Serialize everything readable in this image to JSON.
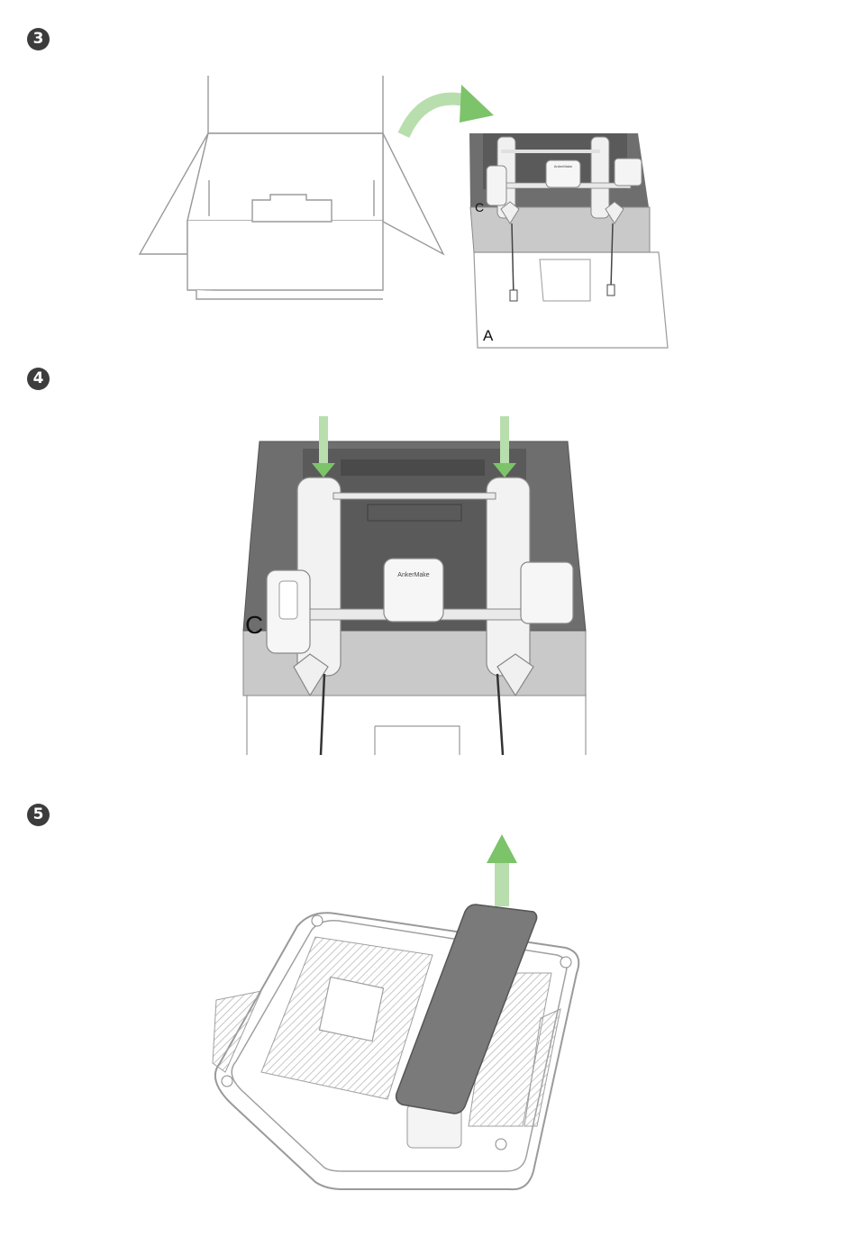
{
  "steps": [
    {
      "number": "3",
      "labels": {
        "foam_top": "C",
        "base_board": "A",
        "brand": "AnkerMake"
      }
    },
    {
      "number": "4",
      "labels": {
        "foam_top": "C",
        "brand": "AnkerMake"
      }
    },
    {
      "number": "5"
    }
  ],
  "colors": {
    "badge": "#3c3c3c",
    "foam_dark": "#6e6e6e",
    "foam_light": "#c9c9c9",
    "arrow_green": "#7cc36a",
    "line": "#8a8a8a",
    "plate": "#7a7a7a"
  },
  "icons": {
    "move_arrow": "green-arrow-icon"
  }
}
